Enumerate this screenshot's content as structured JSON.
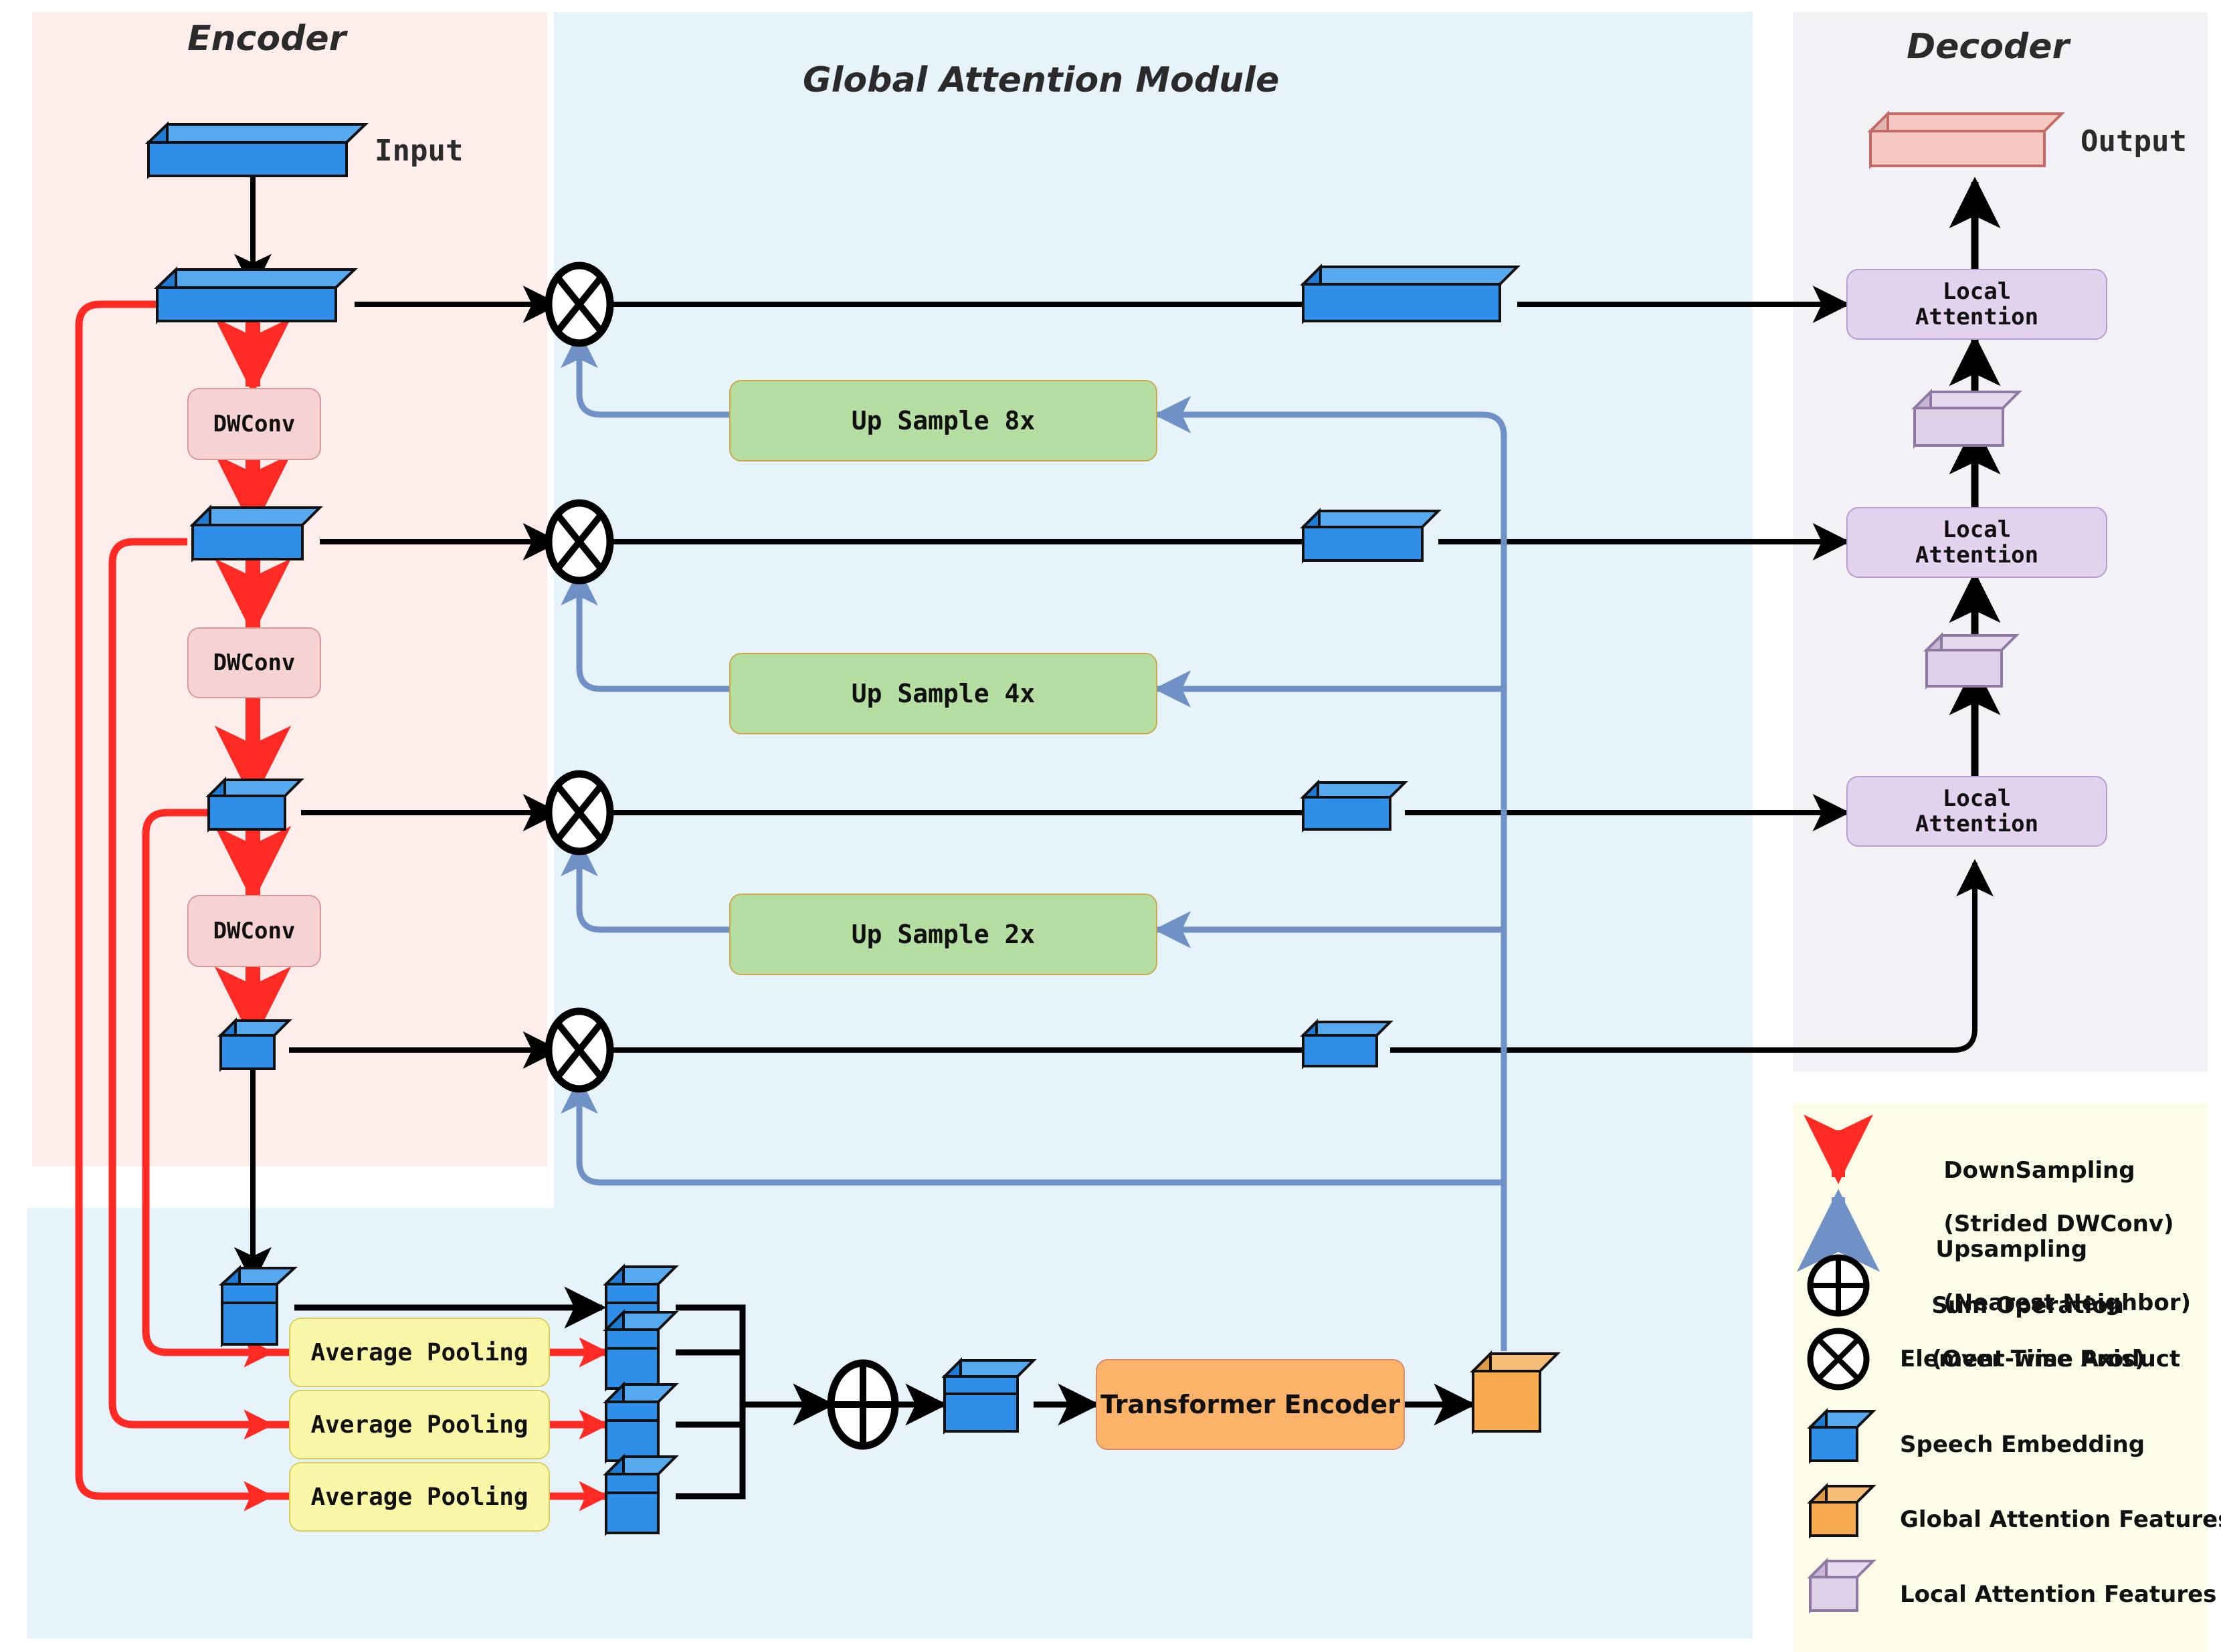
{
  "panels": {
    "encoder": {
      "title": "Encoder",
      "bg": "#fdeeec"
    },
    "gam": {
      "title": "Global Attention Module",
      "bg": "#e7f3fa"
    },
    "decoder": {
      "title": "Decoder",
      "bg": "#f2f1f6"
    },
    "bottom": {
      "bg": "#e7f3fa"
    },
    "legend": {
      "bg": "#fcfce8"
    }
  },
  "labels": {
    "input": "Input",
    "output": "Output"
  },
  "encoder": {
    "dwconv": [
      "DWConv",
      "DWConv",
      "DWConv"
    ]
  },
  "gam": {
    "upsample": [
      "Up Sample 8x",
      "Up Sample 4x",
      "Up Sample 2x"
    ],
    "avg_pooling": [
      "Average Pooling",
      "Average Pooling",
      "Average Pooling"
    ],
    "transformer": "Transformer Encoder"
  },
  "decoder": {
    "local_attention": [
      "Local\nAttention",
      "Local\nAttention",
      "Local\nAttention"
    ],
    "local_attention_line1": "Local",
    "local_attention_line2": "Attention"
  },
  "legend": {
    "items": [
      {
        "icon": "down-arrow-icon",
        "line1": "DownSampling",
        "line2": "(Strided DWConv)"
      },
      {
        "icon": "up-arrow-icon",
        "line1": "Upsampling",
        "line2": " (Nearest Neighbor)"
      },
      {
        "icon": "sum-operation-icon",
        "line1": "Sum Operation",
        "line2": "(Over Time Axis)"
      },
      {
        "icon": "element-wise-product-icon",
        "line1": "Element-wise Product",
        "line2": ""
      },
      {
        "icon": "speech-embedding-cube-icon",
        "line1": "Speech Embedding",
        "line2": ""
      },
      {
        "icon": "global-attention-cube-icon",
        "line1": "Global Attention Features",
        "line2": ""
      },
      {
        "icon": "local-attention-cube-icon",
        "line1": "Local Attention Features",
        "line2": ""
      }
    ]
  },
  "colors": {
    "speech_embedding_top": "#56a8ef",
    "speech_embedding_front": "#2f8fe8",
    "speech_embedding_side": "#1f7ad4",
    "global_attention_top": "#f5bd78",
    "global_attention_front": "#f6a94f",
    "global_attention_side": "#e09a45",
    "local_attention_top": "#e6d9ef",
    "local_attention_front": "#ded0e8",
    "local_attention_side": "#c8b6d4",
    "output_top": "#f5c8c4",
    "output_front": "#f5c8c4",
    "output_side": "#e2b4b0",
    "downsample_arrow": "#ff2a23",
    "upsample_arrow": "#6f91c6",
    "flow_arrow": "#000000"
  }
}
